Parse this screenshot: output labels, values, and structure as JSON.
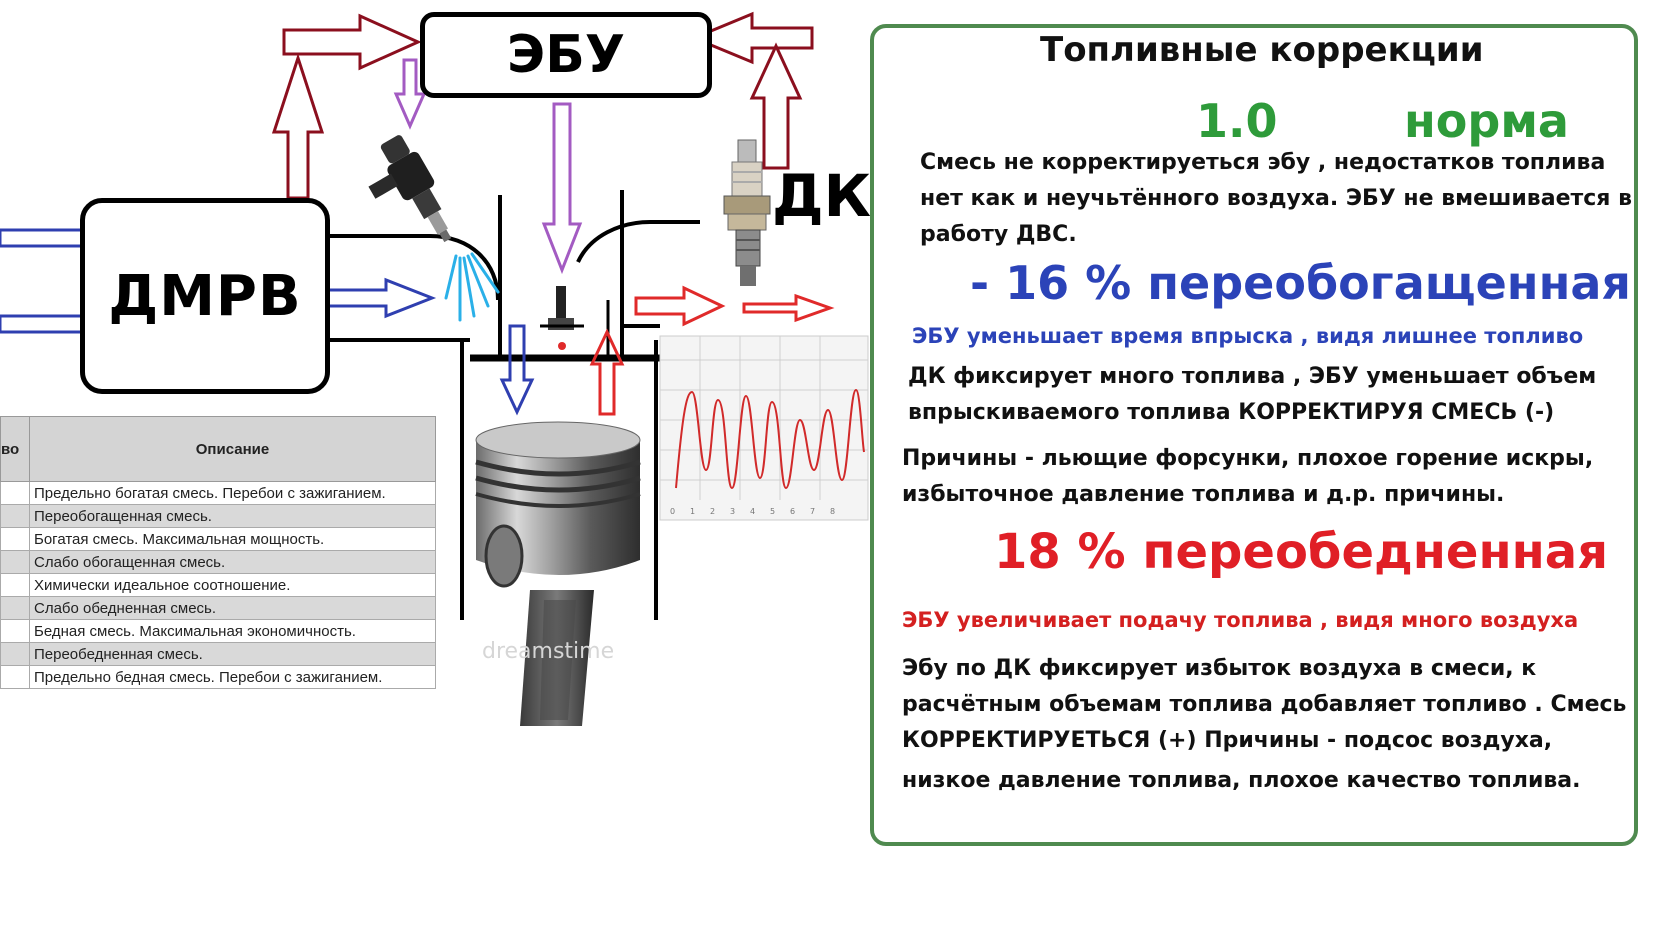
{
  "diagram": {
    "ecu_label": "ЭБУ",
    "maf_label": "ДМРВ",
    "o2_label": "ДК",
    "watermark": "dreamstime"
  },
  "table": {
    "headers": [
      "во",
      "Описание"
    ],
    "rows": [
      "Предельно богатая смесь. Перебои с зажиганием.",
      "Переобогащенная смесь.",
      "Богатая смесь. Максимальная мощность.",
      "Слабо обогащенная смесь.",
      "Химически идеальное соотношение.",
      "Слабо обедненная смесь.",
      "Бедная смесь. Максимальная экономичность.",
      "Переобедненная смесь.",
      "Предельно бедная смесь. Перебои с зажиганием."
    ]
  },
  "panel": {
    "title": "Топливные коррекции",
    "normal": {
      "value": "1.0",
      "word": "норма",
      "text_lines": [
        "Смесь не корректируеться эбу , недостатков топлива",
        "нет как и неучьтённого воздуха. ЭБУ не вмешивается в",
        "работу ДВС."
      ]
    },
    "rich": {
      "heading": "- 16 % переобогащенная",
      "subtitle": "ЭБУ уменьшает время впрыска , видя лишнее топливо",
      "text_lines": [
        "ДК фиксирует много топлива , ЭБУ уменьшает объем",
        "впрыскиваемого топлива КОРРЕКТИРУЯ СМЕСЬ  (-)"
      ],
      "cause_lines": [
        "Причины - льющие форсунки, плохое горение искры,",
        "избыточное давление топлива и д.р. причины."
      ]
    },
    "lean": {
      "heading": "18 %  переобедненная",
      "subtitle": "ЭБУ увеличивает подачу топлива , видя много воздуха",
      "text_lines": [
        "Эбу по ДК фиксирует избыток воздуха в смеси, к",
        "расчётным объемам топлива добавляет топливо . Смесь",
        "КОРРЕКТИРУЕТЬСЯ (+)  Причины - подсос воздуха,",
        "низкое давление топлива, плохое качество топлива."
      ]
    }
  },
  "colors": {
    "air_arrow": "#2f3fb0",
    "feedback_arrow": "#8b0f1e",
    "control_arrow": "#a35bc2",
    "exhaust_arrow": "#e02a2a",
    "spray": "#2ab0e8",
    "panel_border": "#4f8a4f",
    "normal_green": "#2e9b3a",
    "rich_blue": "#2b43b8",
    "lean_red": "#e01f26"
  }
}
